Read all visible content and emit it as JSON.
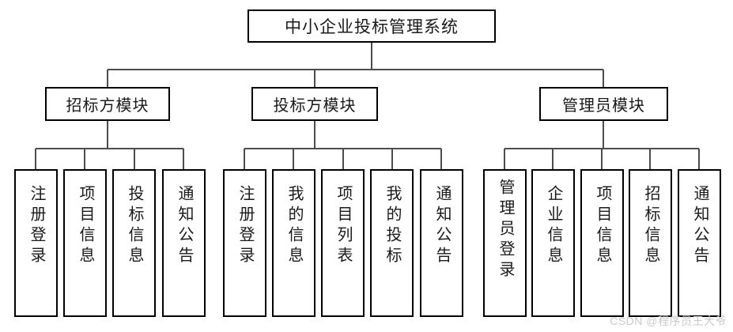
{
  "diagram": {
    "type": "tree",
    "title": "中小企业投标管理系统",
    "root": {
      "label": "中小企业投标管理系统"
    },
    "modules": [
      {
        "label": "招标方模块"
      },
      {
        "label": "投标方模块"
      },
      {
        "label": "管理员模块"
      }
    ],
    "leaves": {
      "group1": [
        {
          "label": "注册登录"
        },
        {
          "label": "项目信息"
        },
        {
          "label": "投标信息"
        },
        {
          "label": "通知公告"
        }
      ],
      "group2": [
        {
          "label": "注册登录"
        },
        {
          "label": "我的信息"
        },
        {
          "label": "项目列表"
        },
        {
          "label": "我的投标"
        },
        {
          "label": "通知公告"
        }
      ],
      "group3": [
        {
          "label": "管理员登录"
        },
        {
          "label": "企业信息"
        },
        {
          "label": "项目信息"
        },
        {
          "label": "招标信息"
        },
        {
          "label": "通知公告"
        }
      ]
    }
  },
  "watermark": {
    "text": "CSDN @程序员王大爷"
  },
  "colors": {
    "background": "#ffffff",
    "border": "#000000",
    "text": "#1a1a1a",
    "connector": "#4d4d4d",
    "watermark": "#c9c9c9"
  }
}
